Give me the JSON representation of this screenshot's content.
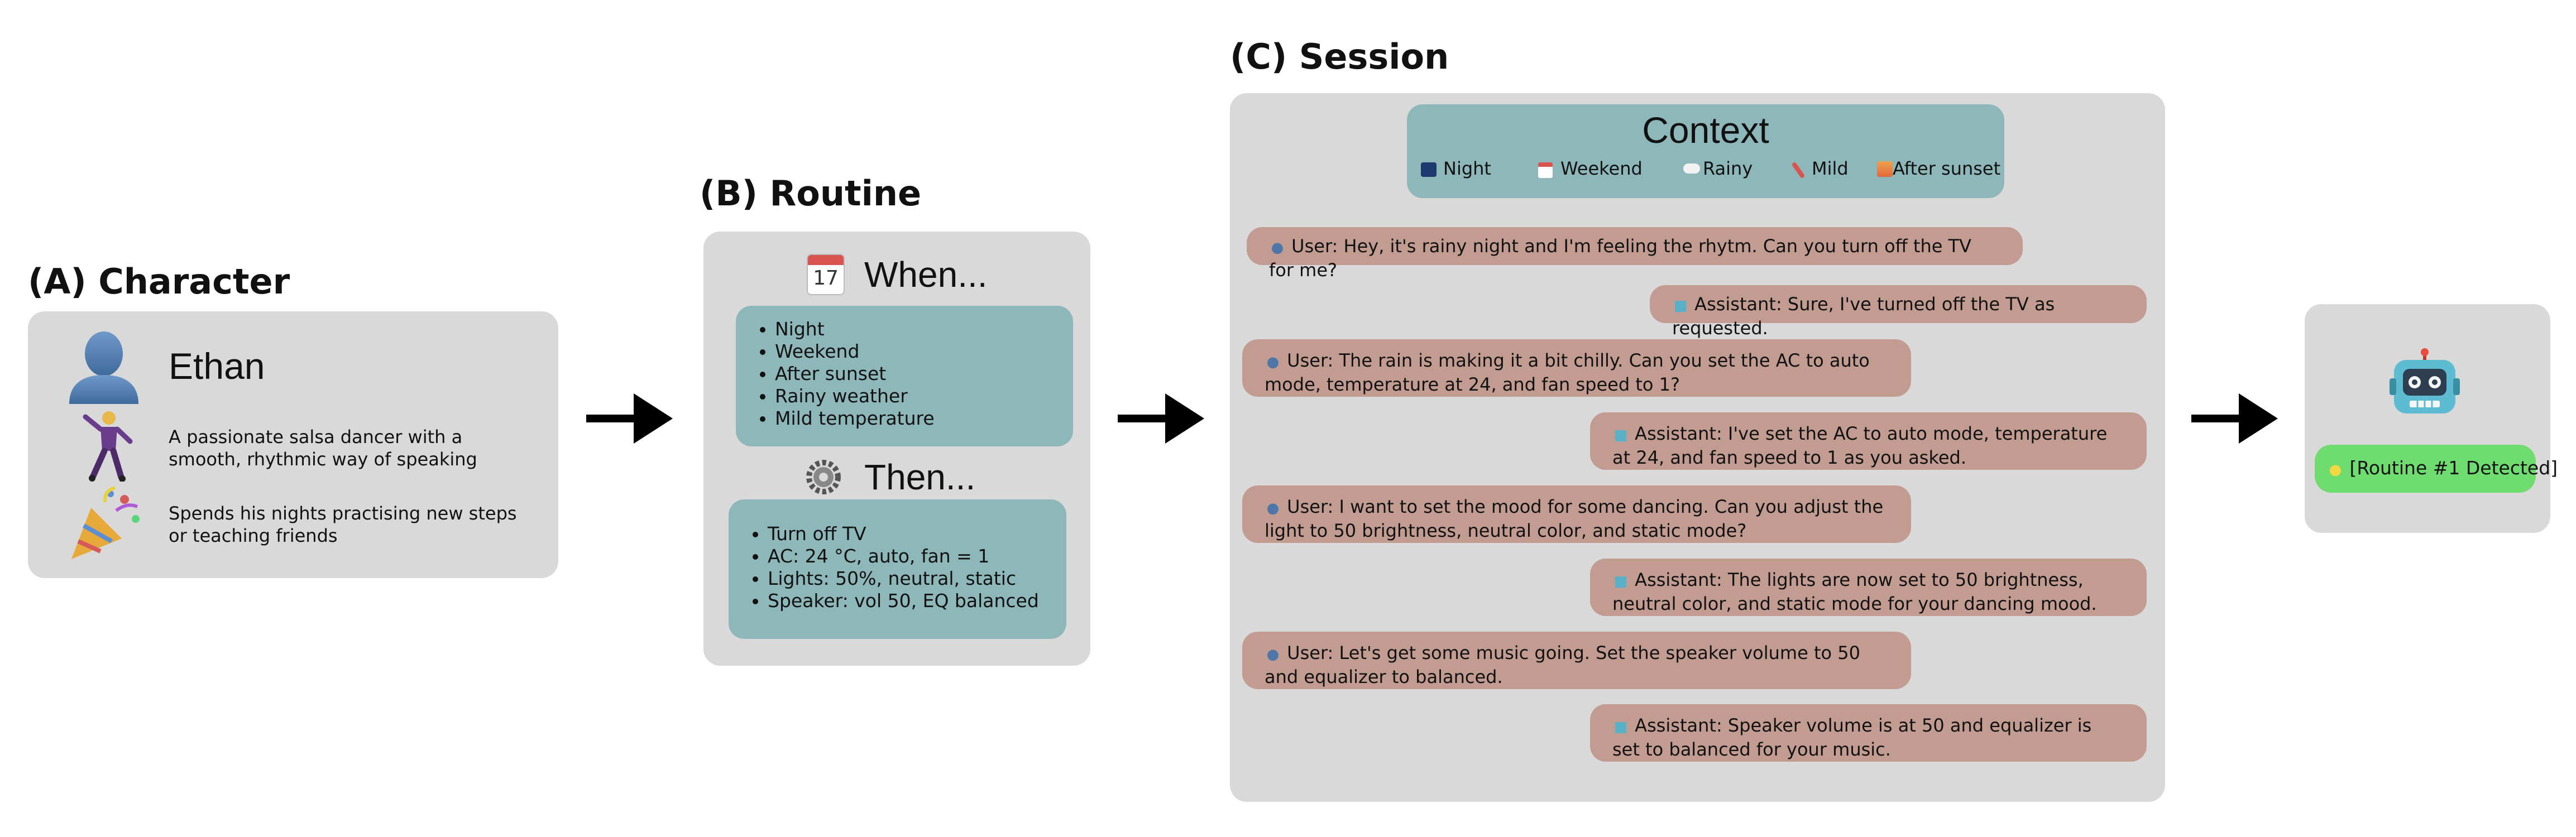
{
  "character": {
    "heading": "(A) Character",
    "name": "Ethan",
    "traits": [
      "A passionate salsa dancer with a smooth, rhythmic way of speaking",
      "Spends his nights practising new steps or teaching friends"
    ]
  },
  "routine": {
    "heading": "(B) Routine",
    "when_label": "When...",
    "then_label": "Then...",
    "calendar_num": "17",
    "when_items": [
      "Night",
      "Weekend",
      "After sunset",
      "Rainy weather",
      "Mild temperature"
    ],
    "then_items": [
      "Turn off TV",
      "AC: 24 °C, auto, fan = 1",
      "Lights: 50%, neutral, static",
      "Speaker: vol 50, EQ balanced"
    ]
  },
  "session": {
    "heading": "(C) Session",
    "context_title": "Context",
    "context_tags": [
      "Night",
      "Weekend",
      "Rainy",
      "Mild",
      "After sunset"
    ],
    "messages": [
      {
        "role": "user",
        "text": "User: Hey, it's rainy night and I'm feeling the rhytm. Can you turn off the TV for me?"
      },
      {
        "role": "assistant",
        "text": "Assistant: Sure, I've turned off the TV as requested."
      },
      {
        "role": "user",
        "text": "User: The rain is making it a bit chilly. Can you set the AC to auto mode, temperature at 24, and fan speed to 1?"
      },
      {
        "role": "assistant",
        "text": "Assistant: I've set the AC to auto mode, temperature at 24, and fan speed to 1 as you asked."
      },
      {
        "role": "user",
        "text": "User: I want to set the mood for some dancing. Can you adjust the light to 50 brightness, neutral color, and static mode?"
      },
      {
        "role": "assistant",
        "text": "Assistant: The lights are now set to 50 brightness, neutral color, and static mode for your dancing mood."
      },
      {
        "role": "user",
        "text": "User: Let's get some music going. Set the speaker volume to 50 and equalizer to balanced."
      },
      {
        "role": "assistant",
        "text": "Assistant: Speaker volume is at 50 and equalizer is set to balanced for your music."
      }
    ]
  },
  "detector": {
    "badge": "[Routine #1 Detected]",
    "badge_color": "#6edc6e"
  },
  "colors": {
    "panel": "#d9d9d9",
    "teal": "#8eb7b9",
    "bubble": "#c29c90"
  }
}
